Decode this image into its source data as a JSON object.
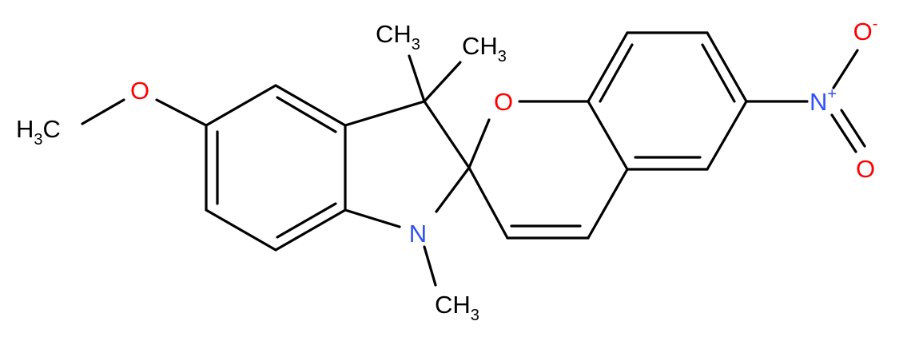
{
  "colors": {
    "carbon": "#000000",
    "oxygen": "#ff0000",
    "nitrogen": "#3050f8"
  },
  "labels": {
    "methyl_3a": {
      "main": "CH",
      "sub": "3"
    },
    "methyl_3b": {
      "main": "CH",
      "sub": "3"
    },
    "methyl_n": {
      "main": "CH",
      "sub": "3"
    },
    "methoxy_methyl": {
      "main": "H",
      "sub": "3",
      "tail": "C"
    },
    "methoxy_oxygen": "O",
    "pyran_oxygen": "O",
    "indoline_nitrogen": "N",
    "nitro_nitrogen": {
      "main": "N",
      "charge": "+"
    },
    "nitro_oxygen_minus": {
      "main": "O",
      "charge": "-"
    },
    "nitro_oxygen": "O"
  }
}
